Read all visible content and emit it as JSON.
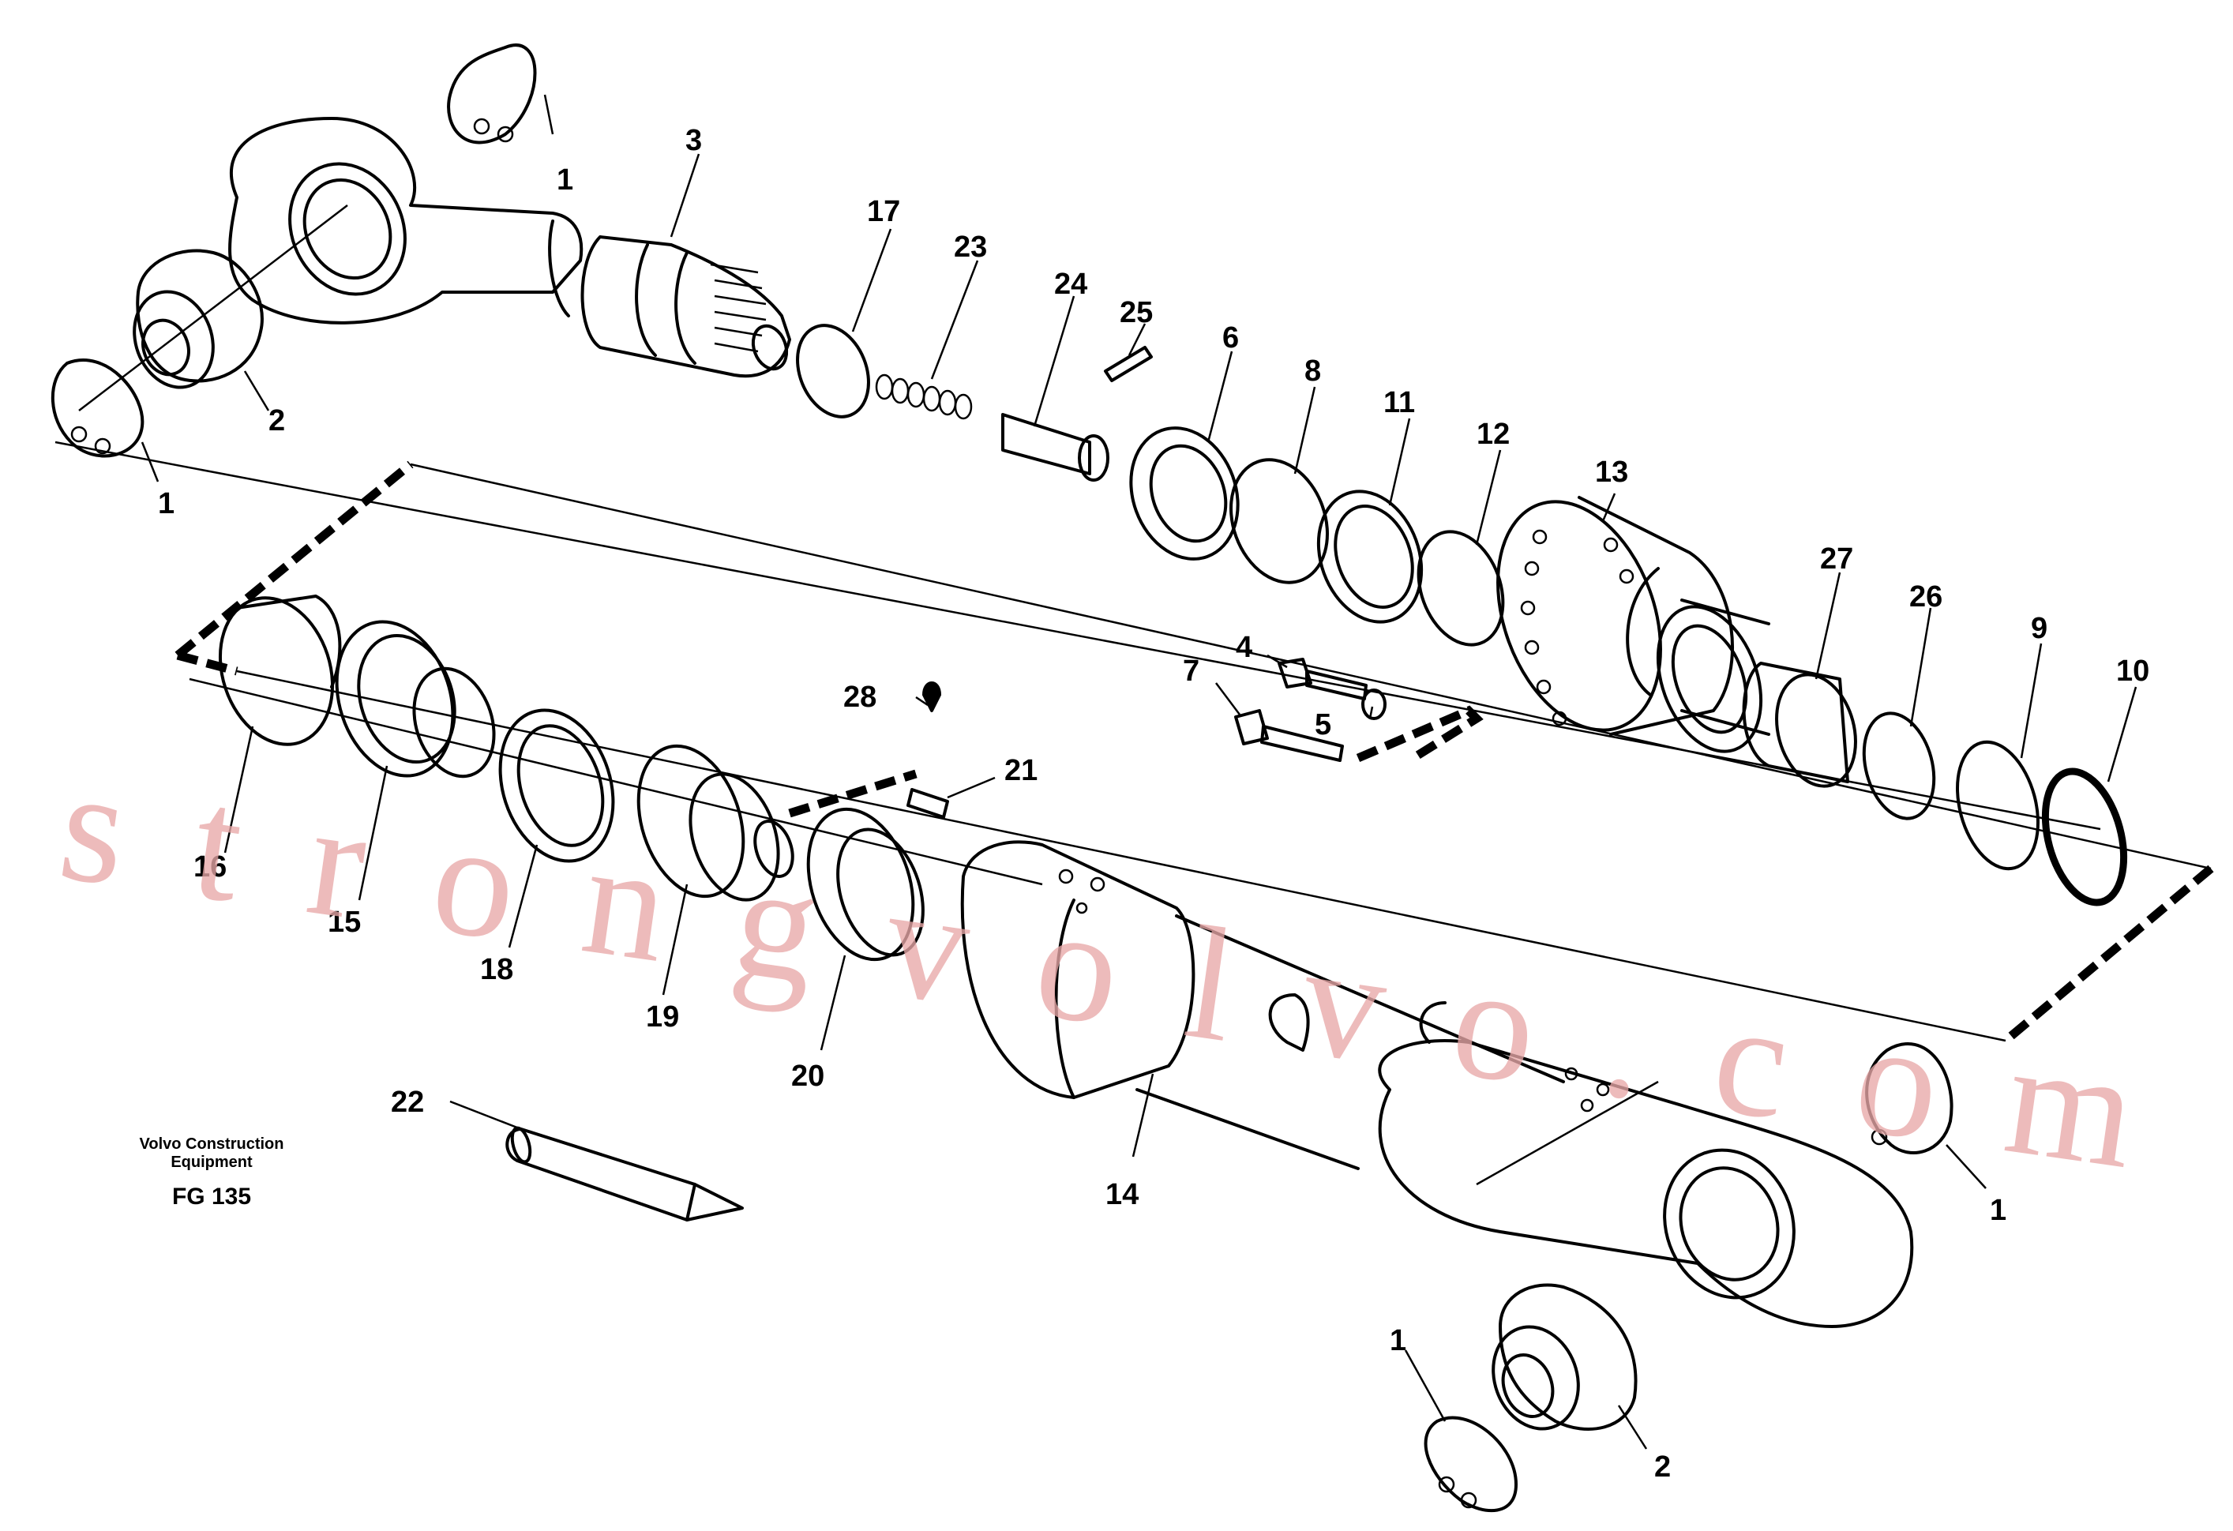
{
  "labels": [
    "1",
    "1",
    "1",
    "1",
    "2",
    "2",
    "3",
    "4",
    "5",
    "6",
    "7",
    "8",
    "9",
    "10",
    "11",
    "12",
    "13",
    "14",
    "15",
    "16",
    "17",
    "18",
    "19",
    "20",
    "21",
    "22",
    "23",
    "24",
    "25",
    "26",
    "27",
    "28"
  ],
  "caption": {
    "line1": "Volvo Construction",
    "line2": "Equipment",
    "code": "FG 135"
  },
  "watermark": "strongvolvo.com"
}
